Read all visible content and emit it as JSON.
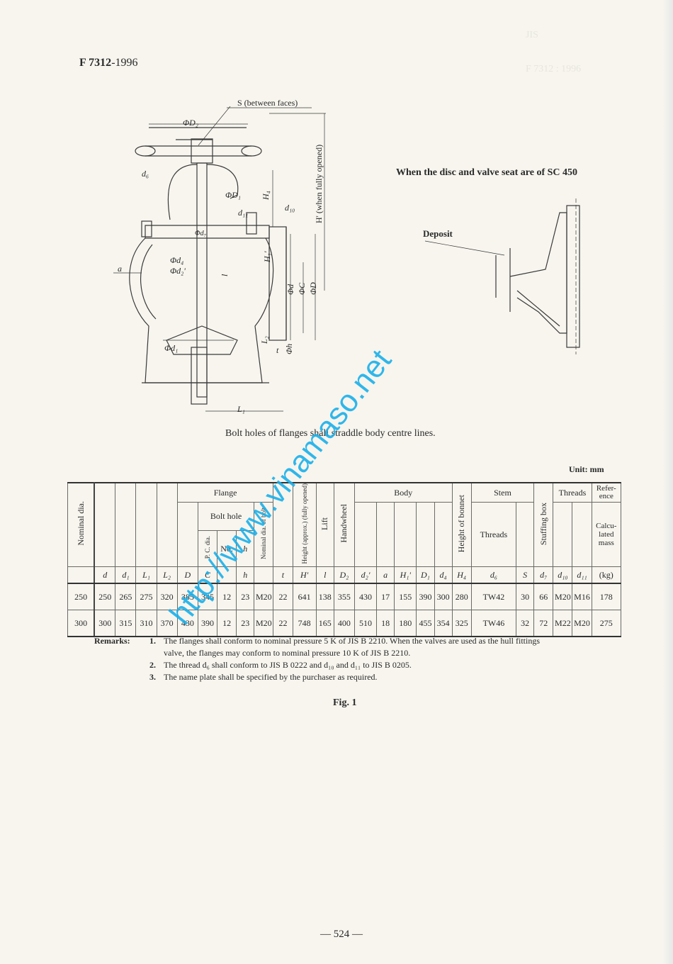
{
  "header": {
    "standard_code": "F 7312",
    "year_suffix": "-1996"
  },
  "ghost_text": {
    "top_right_1": "JIS",
    "top_right_2": "F 7312 : 1996"
  },
  "drawing": {
    "labels": {
      "S": "S (between faces)",
      "phiD2": "ΦD₂",
      "d6": "d₆",
      "phiD1": "ΦD₁",
      "H4": "H₄",
      "H_prime": "H' (when fully opened)",
      "d11": "d₁₁",
      "d10": "d₁₀",
      "phi_d7": "Φd₇",
      "phi_d4": "Φd₄",
      "phi_d2p": "Φd₂'",
      "a": "a",
      "l": "l",
      "H1p": "H₁'",
      "phi_d": "Φd",
      "phi_C": "ΦC",
      "phi_D": "ΦD",
      "L2": "L₂",
      "t": "t",
      "phi_h": "Φh",
      "phi_d1": "Φd₁",
      "L1": "L₁"
    },
    "detail_title": "When the disc and valve seat are of SC 450",
    "deposit_label": "Deposit",
    "bolt_note": "Bolt holes of flanges shall straddle body centre lines."
  },
  "unit_label": "Unit:  mm",
  "table": {
    "group_headers": {
      "nominal_dia": "Nominal dia.",
      "flange": "Flange",
      "bolt_hole": "Bolt hole",
      "pcc": "P. C. dia.",
      "no": "No.",
      "nominal_bolt": "Nominal dia. of bolt",
      "height": "Height (approx.) (fully opened)",
      "lift": "Lift",
      "handwheel": "Handwheel",
      "body": "Body",
      "height_bonnet": "Height of bonnet",
      "stem": "Stem",
      "stem_threads": "Threads",
      "stuffing_box": "Stuffing box",
      "threads": "Threads",
      "reference": "Refer-ence",
      "calc_mass": "Calcu-lated mass"
    },
    "symbols": [
      "d",
      "d₁",
      "L₁",
      "L₂",
      "D",
      "C",
      "",
      "h",
      "",
      "t",
      "H'",
      "l",
      "D₂",
      "d₂'",
      "a",
      "H₁'",
      "D₁",
      "d₄",
      "H₄",
      "d₆",
      "S",
      "d₇",
      "d₁₀",
      "d₁₁",
      "(kg)"
    ],
    "rows": [
      {
        "nominal": "250",
        "cells": [
          "250",
          "265",
          "275",
          "320",
          "385",
          "345",
          "12",
          "23",
          "M20",
          "22",
          "641",
          "138",
          "355",
          "430",
          "17",
          "155",
          "390",
          "300",
          "280",
          "TW42",
          "30",
          "66",
          "M20",
          "M16",
          "178"
        ]
      },
      {
        "nominal": "300",
        "cells": [
          "300",
          "315",
          "310",
          "370",
          "430",
          "390",
          "12",
          "23",
          "M20",
          "22",
          "748",
          "165",
          "400",
          "510",
          "18",
          "180",
          "455",
          "354",
          "325",
          "TW46",
          "32",
          "72",
          "M22",
          "M20",
          "275"
        ]
      }
    ]
  },
  "remarks": {
    "label": "Remarks:",
    "items": [
      {
        "num": "1.",
        "text": "The flanges shall conform to nominal pressure 5 K of JIS B 2210. When the valves are used as the hull fittings valve, the flanges may conform to nominal pressure 10 K of JIS B 2210."
      },
      {
        "num": "2.",
        "text": "The thread d₆ shall conform to JIS B 0222 and d₁₀ and d₁₁ to JIS B 0205."
      },
      {
        "num": "3.",
        "text": "The name plate shall be specified by the purchaser as required."
      }
    ]
  },
  "figure_caption": "Fig. 1",
  "page_number": "—  524  —",
  "watermark": "http://www.vinamaso.net"
}
